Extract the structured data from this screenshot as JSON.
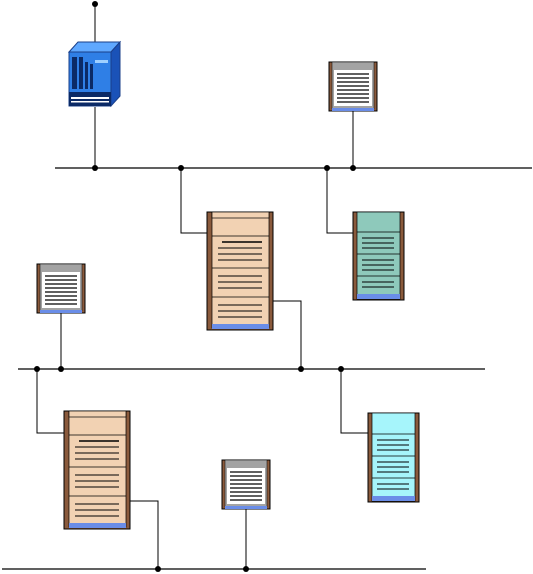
{
  "diagram": {
    "type": "network-topology",
    "colors": {
      "router_blue": "#2f7fe6",
      "router_dark": "#0b2a66",
      "server_tan": "#f2d2b3",
      "server_teal": "#8ec9bb",
      "server_cyan": "#a6f5fb",
      "switch_gray": "#9a9a9a",
      "side_brown": "#8a5a3c",
      "base_blue": "#6a8de8",
      "line": "#000000"
    },
    "devices": [
      {
        "id": "router",
        "kind": "router-icon"
      },
      {
        "id": "hub-top-right",
        "kind": "hub-icon"
      },
      {
        "id": "server-main-center",
        "kind": "server-icon",
        "color": "tan"
      },
      {
        "id": "server-teal",
        "kind": "server-icon",
        "color": "teal"
      },
      {
        "id": "hub-left",
        "kind": "hub-icon"
      },
      {
        "id": "server-main-left",
        "kind": "server-icon",
        "color": "tan"
      },
      {
        "id": "hub-bottom",
        "kind": "hub-icon"
      },
      {
        "id": "server-cyan",
        "kind": "server-icon",
        "color": "cyan"
      }
    ],
    "segments": [
      {
        "id": "lan-top",
        "label": ""
      },
      {
        "id": "lan-middle",
        "label": ""
      },
      {
        "id": "lan-bottom",
        "label": ""
      }
    ]
  }
}
